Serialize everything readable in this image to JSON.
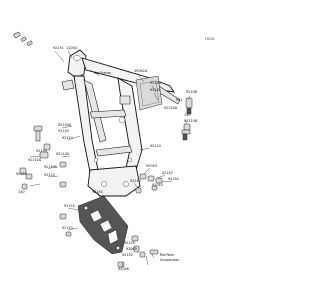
{
  "diagram_code": "F0191",
  "labels": {
    "p92151": "92151",
    "p11054": "11054",
    "ref_frame": "Ref.Frame",
    "p39062a": "39062A",
    "p92153a": "92153",
    "p92142": "92142",
    "p92108a": "92108",
    "p921": "921",
    "p92210a": "92210A",
    "p92210b": "92210",
    "p130": "130",
    "p92210d": "92210B",
    "p92150a": "92150A",
    "p92150b": "92150",
    "p92210c": "92210",
    "p92153b": "92153",
    "p92210A2": "92210A",
    "p92152a": "92152A",
    "p92153c": "92153",
    "p92153a2": "92153A",
    "p130b": "130",
    "p92210e": "92210",
    "p92150c": "92150",
    "p92153d": "92153",
    "p92210f": "92210",
    "p92043": "92043",
    "p92142b": "92142",
    "p92150d": "92150",
    "p92043b": "92043",
    "p92153e": "92153",
    "p92153f": "92153",
    "p92015": "92015",
    "p92152b": "92152",
    "p92046": "92046",
    "ref_rear1": "Ref.Rear",
    "ref_rear2": "Suspension"
  }
}
